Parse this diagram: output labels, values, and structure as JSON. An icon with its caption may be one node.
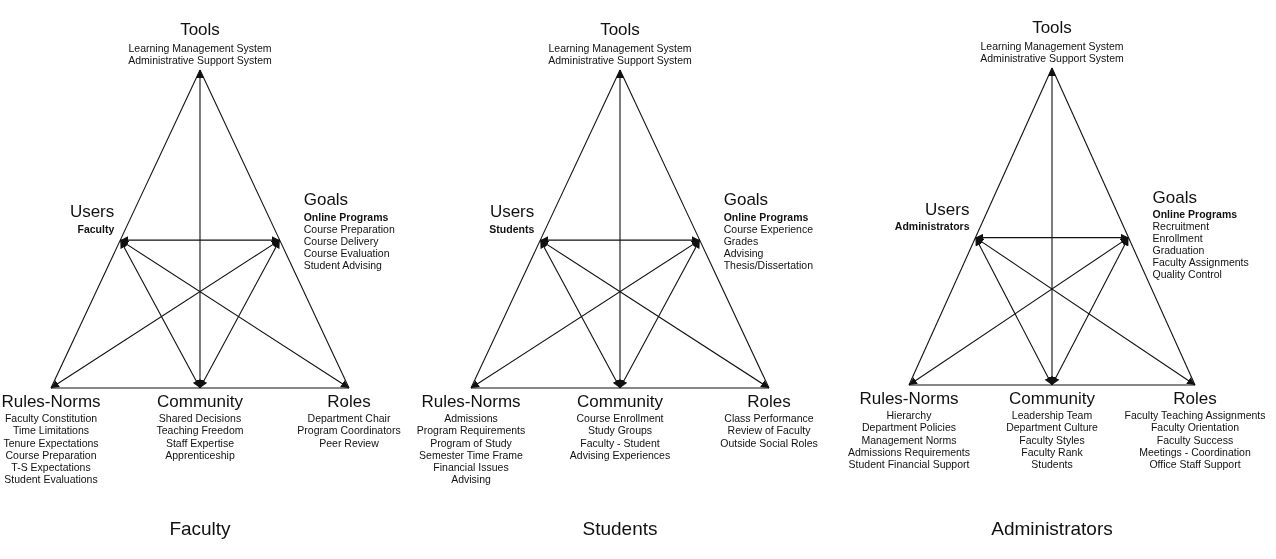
{
  "diagram": {
    "nodes": [
      {
        "text": [
          "Tools",
          "Learning Management System",
          "Administrative Support System"
        ]
      },
      {
        "text": [
          "Users",
          "Faculty"
        ]
      },
      {
        "text": [
          "Goals",
          "Online Programs",
          "Course Preparation",
          "Course Delivery",
          "Course Evaluation",
          "Student Advising"
        ]
      },
      {
        "text": [
          "Rules-Norms",
          "Faculty Constitution",
          "Time Limitations",
          "Tenure Expectations",
          "Course Preparation",
          "T-S Expectations",
          "Student Evaluations"
        ]
      },
      {
        "text": [
          "Community",
          "Shared Decisions",
          "Teaching Freedom",
          "Staff Expertise",
          "Apprenticeship"
        ]
      },
      {
        "text": [
          "Roles",
          "Department Chair",
          "Program Coordinators",
          "Peer Review"
        ]
      },
      {
        "text": [
          "Tools",
          "Learning Management System",
          "Administrative Support System"
        ]
      },
      {
        "text": [
          "Users",
          "Students"
        ]
      },
      {
        "text": [
          "Goals",
          "Online Programs",
          "Course Experience",
          "Grades",
          "Advising",
          "Thesis/Dissertation"
        ]
      },
      {
        "text": [
          "Rules-Norms",
          "Admissions",
          "Program Requirements",
          "Program of Study",
          "Semester Time Frame",
          "Financial Issues",
          "Advising"
        ]
      },
      {
        "text": [
          "Community",
          "Course Enrollment",
          "Study Groups",
          "Faculty - Student",
          "Advising Experiences"
        ]
      },
      {
        "text": [
          "Roles",
          "Class Performance",
          "Review of Faculty",
          "Outside Social Roles"
        ]
      },
      {
        "text": [
          "Tools",
          "Learning Management System",
          "Administrative Support System"
        ]
      },
      {
        "text": [
          "Users",
          "Administrators"
        ]
      },
      {
        "text": [
          "Goals",
          "Online Programs",
          "Recruitment",
          "Enrollment",
          "Graduation",
          "Faculty Assignments",
          "Quality Control"
        ]
      },
      {
        "text": [
          "Rules-Norms",
          "Hierarchy",
          "Department Policies",
          "Management Norms",
          "Admissions Requirements",
          "Student Financial Support"
        ]
      },
      {
        "text": [
          "Community",
          "Leadership Team",
          "Department Culture",
          "Faculty Styles",
          "Faculty Rank",
          "Students"
        ]
      },
      {
        "text": [
          "Roles",
          "Faculty Teaching Assignments",
          "Faculty Orientation",
          "Faculty Success",
          "Meetings - Coordination",
          "Office Staff Support"
        ]
      }
    ],
    "edges": [
      {
        "from": 0,
        "to": 1,
        "arrow": "none"
      },
      {
        "from": 1,
        "to": 3,
        "arrow": "none"
      },
      {
        "from": 0,
        "to": 2,
        "arrow": "none"
      },
      {
        "from": 2,
        "to": 5,
        "arrow": "none"
      },
      {
        "from": 3,
        "to": 4,
        "arrow": "none"
      },
      {
        "from": 4,
        "to": 5,
        "arrow": "none"
      },
      {
        "from": 4,
        "to": 0,
        "arrow": "both"
      },
      {
        "from": 1,
        "to": 2,
        "arrow": "both"
      },
      {
        "from": 3,
        "to": 2,
        "arrow": "both"
      },
      {
        "from": 5,
        "to": 1,
        "arrow": "both"
      },
      {
        "from": 1,
        "to": 4,
        "arrow": "both"
      },
      {
        "from": 2,
        "to": 4,
        "arrow": "both"
      },
      {
        "from": 6,
        "to": 7,
        "arrow": "none"
      },
      {
        "from": 7,
        "to": 9,
        "arrow": "none"
      },
      {
        "from": 6,
        "to": 8,
        "arrow": "none"
      },
      {
        "from": 8,
        "to": 11,
        "arrow": "none"
      },
      {
        "from": 9,
        "to": 10,
        "arrow": "none"
      },
      {
        "from": 10,
        "to": 11,
        "arrow": "none"
      },
      {
        "from": 10,
        "to": 6,
        "arrow": "both"
      },
      {
        "from": 7,
        "to": 8,
        "arrow": "both"
      },
      {
        "from": 9,
        "to": 8,
        "arrow": "both"
      },
      {
        "from": 11,
        "to": 7,
        "arrow": "both"
      },
      {
        "from": 7,
        "to": 10,
        "arrow": "both"
      },
      {
        "from": 8,
        "to": 10,
        "arrow": "both"
      },
      {
        "from": 12,
        "to": 13,
        "arrow": "none"
      },
      {
        "from": 13,
        "to": 15,
        "arrow": "none"
      },
      {
        "from": 12,
        "to": 14,
        "arrow": "none"
      },
      {
        "from": 14,
        "to": 17,
        "arrow": "none"
      },
      {
        "from": 15,
        "to": 16,
        "arrow": "none"
      },
      {
        "from": 16,
        "to": 17,
        "arrow": "none"
      },
      {
        "from": 16,
        "to": 12,
        "arrow": "both"
      },
      {
        "from": 13,
        "to": 14,
        "arrow": "both"
      },
      {
        "from": 15,
        "to": 14,
        "arrow": "both"
      },
      {
        "from": 17,
        "to": 13,
        "arrow": "both"
      },
      {
        "from": 13,
        "to": 16,
        "arrow": "both"
      },
      {
        "from": 14,
        "to": 16,
        "arrow": "both"
      }
    ],
    "labels": [
      "Faculty",
      "Students",
      "Administrators"
    ]
  }
}
